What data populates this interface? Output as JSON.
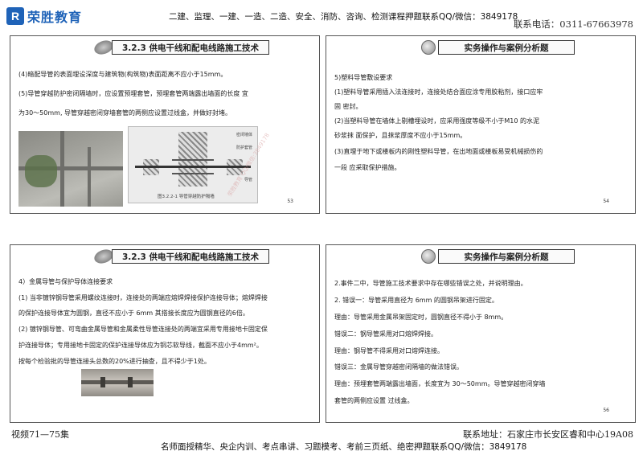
{
  "header": {
    "logo_mark": "R",
    "logo_text": "荣胜教育",
    "line": "二建、监理、一建、一造、二造、安全、消防、咨询、检测课程押题联系QQ/微信：3849178",
    "contact": "联系电话：0311-67663978"
  },
  "slide1": {
    "title": "3.2.3 供电干线和配电线路施工技术",
    "lines": [
      "(4)暗配导管的表面埋设深度与建筑物(构筑物)表面距离不应小于15mm。",
      "(5)导管穿越防护密闭隔墙时，应设置预埋套管，预埋套管两端露出墙面的长度 宜",
      "为30～50mm, 导管穿越密闭穿墙套管的两侧应设置过线盒，并做好封堵。"
    ],
    "page": "53",
    "figure_caption": "图3.2.2-1   导管穿越防护隔墙",
    "figure_labels": [
      "密闭墙体",
      "防护套管",
      "导管"
    ]
  },
  "slide2": {
    "title": "实务操作与案例分析题",
    "lines": [
      "5)塑料导管敷设要求",
      "(1)塑料导管采用插入法连接时，连接处结合面应涂专用胶粘剂，接口应牢",
      "固 密封。",
      "(2)当塑料导管在墙体上剔槽埋设时，应采用强度等级不小于M10 的水泥",
      "砂浆抹 面保护，且抹浆厚度不应小于15mm。",
      "(3)直埋于地下或楼板内的刚性塑料导管，在出地面或楼板易受机械损伤的",
      "一段 应采取保护措施。"
    ],
    "page": "54"
  },
  "slide3": {
    "title": "3.2.3 供电干线和配电线路施工技术",
    "lines": [
      "4）金属导管与保护导体连接要求",
      "(1) 当非镀锌钢导管采用螺纹连接时，连接处的两端应熔焊焊接保护连接导体；熔焊焊接",
      "的保护连接导体宜为圆钢，直径不应小于 6mm 其搭接长度应为圆钢直径的6倍。",
      "(2) 镀锌钢导管、可弯曲金属导管和金属柔性导管连接处的两端宜采用专用接地卡固定保",
      "护连接导体；专用接地卡固定的保护连接导体应为铜芯软导线，截面不应小于4mm²。",
      "按每个检验批的导管连接头总数的20%进行抽查，且不得少于1处。"
    ],
    "page": ""
  },
  "slide4": {
    "title": "实务操作与案例分析题",
    "lines": [
      "2.事件二中，导管施工技术要求中存在哪些错误之处，并说明理由。",
      "2. 错误一：导管采用直径为 6mm 的圆钢吊架进行固定。",
      "理由：导管采用金属吊架固定时，圆钢直径不得小于 8mm。",
      "错误二：钢导管采用对口熔焊焊接。",
      "理由：钢导管不得采用对口熔焊连接。",
      "错误三：金属导管穿越密闭隔墙的做法错误。",
      "理由：预埋套管两端露出墙面，长度宜为 30～50mm。导管穿越密闭穿墙",
      "套管的两侧应设置 过线盒。"
    ],
    "page": "56"
  },
  "watermark": "荣胜教育 QQ/微信:3849178",
  "footer": {
    "left": "视频71—75集",
    "right": "联系地址：石家庄市长安区睿和中心19A08",
    "line": "名师面授精华、央企内训、考点串讲、习题模考、考前三页纸、绝密押题联系QQ/微信：3849178"
  }
}
